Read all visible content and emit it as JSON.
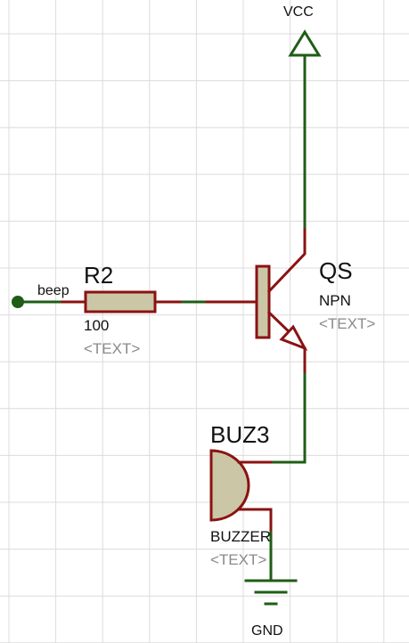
{
  "nets": {
    "power_label": "VCC",
    "ground_label": "GND",
    "input_label": "beep"
  },
  "resistor": {
    "ref": "R2",
    "value": "100",
    "text": "<TEXT>"
  },
  "transistor": {
    "ref": "QS",
    "type": "NPN",
    "text": "<TEXT>"
  },
  "buzzer": {
    "ref": "BUZ3",
    "value": "BUZZER",
    "text": "<TEXT>"
  },
  "colors": {
    "wire": "#1f5d16",
    "pin": "#8b1212",
    "component_body": "#cbc7a6",
    "grid": "#dcdcdc",
    "placeholder_text": "#8a8a8a"
  }
}
